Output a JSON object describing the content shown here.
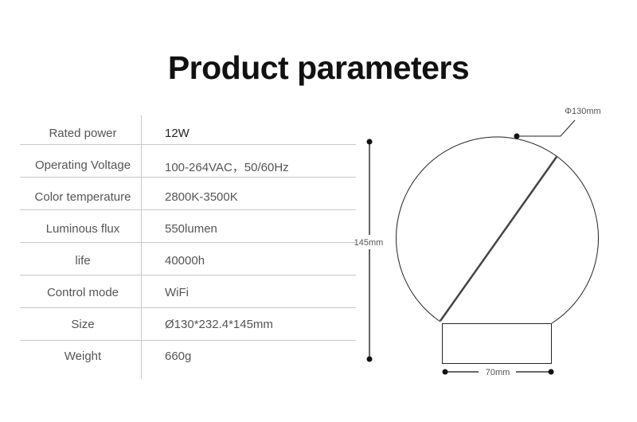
{
  "title": "Product parameters",
  "specs": [
    {
      "label": "Rated power",
      "value": "12W"
    },
    {
      "label": "Operating Voltage",
      "value": "100-264VAC，50/60Hz"
    },
    {
      "label": "Color temperature",
      "value": "2800K-3500K"
    },
    {
      "label": "Luminous flux",
      "value": "550lumen"
    },
    {
      "label": "life",
      "value": "40000h"
    },
    {
      "label": "Control mode",
      "value": "WiFi"
    },
    {
      "label": "Size",
      "value": "Ø130*232.4*145mm"
    },
    {
      "label": "Weight",
      "value": "660g"
    }
  ],
  "diagram": {
    "diameter_label": "Φ130mm",
    "height_label": "145mm",
    "base_width_label": "70mm"
  }
}
